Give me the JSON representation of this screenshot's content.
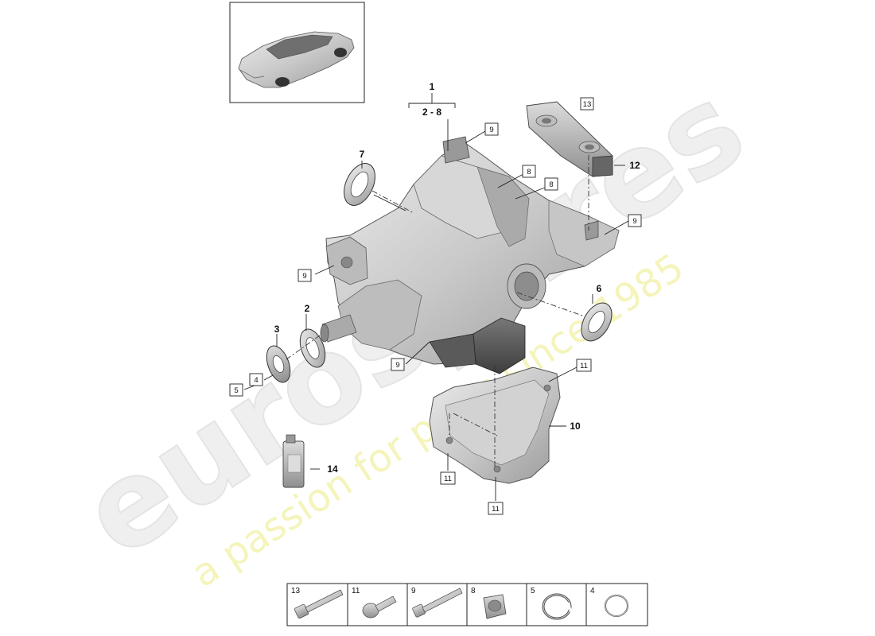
{
  "watermark": {
    "brand": "eurospares",
    "tagline": "a passion for parts since 1985"
  },
  "callouts": {
    "assembly_top": "1",
    "assembly_range": "2 - 8",
    "n2": "2",
    "n3": "3",
    "n6": "6",
    "n7": "7",
    "n10": "10",
    "n12": "12",
    "n14": "14"
  },
  "boxed_labels": {
    "b4": "4",
    "b5": "5",
    "b8a": "8",
    "b8b": "8",
    "b9a": "9",
    "b9b": "9",
    "b9c": "9",
    "b9d": "9",
    "b11a": "11",
    "b11b": "11",
    "b11c": "11",
    "b13": "13"
  },
  "legend": [
    {
      "number": "13",
      "icon": "long-bolt-icon"
    },
    {
      "number": "11",
      "icon": "short-bolt-icon"
    },
    {
      "number": "9",
      "icon": "long-bolt-icon"
    },
    {
      "number": "8",
      "icon": "plug-screw-icon"
    },
    {
      "number": "5",
      "icon": "circlip-icon"
    },
    {
      "number": "4",
      "icon": "o-ring-icon"
    }
  ]
}
